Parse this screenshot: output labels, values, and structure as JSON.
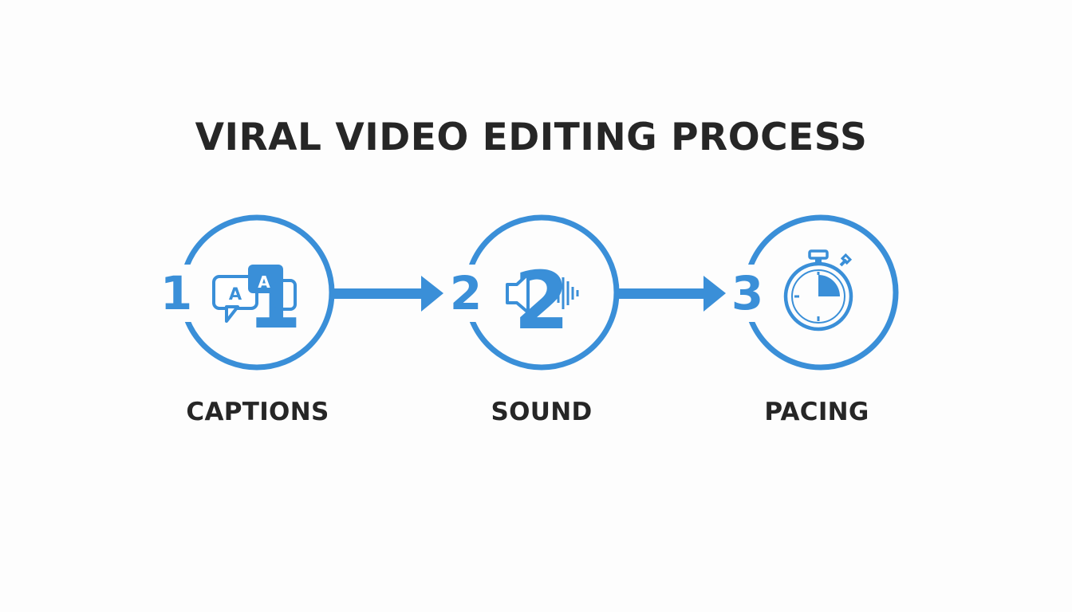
{
  "title": "VIRAL VIDEO EDITING PROCESS",
  "colors": {
    "accent": "#3a8fd8",
    "text": "#262626",
    "background": "#fdfdfd"
  },
  "steps": [
    {
      "number": "1",
      "label": "CAPTIONS",
      "icon": "captions-speech-bubbles-icon",
      "icon_text_a": "A",
      "icon_text_b": "A",
      "icon_numeral": "1"
    },
    {
      "number": "2",
      "label": "SOUND",
      "icon": "speaker-sound-wave-icon",
      "icon_numeral": "2"
    },
    {
      "number": "3",
      "label": "PACING",
      "icon": "stopwatch-icon"
    }
  ]
}
